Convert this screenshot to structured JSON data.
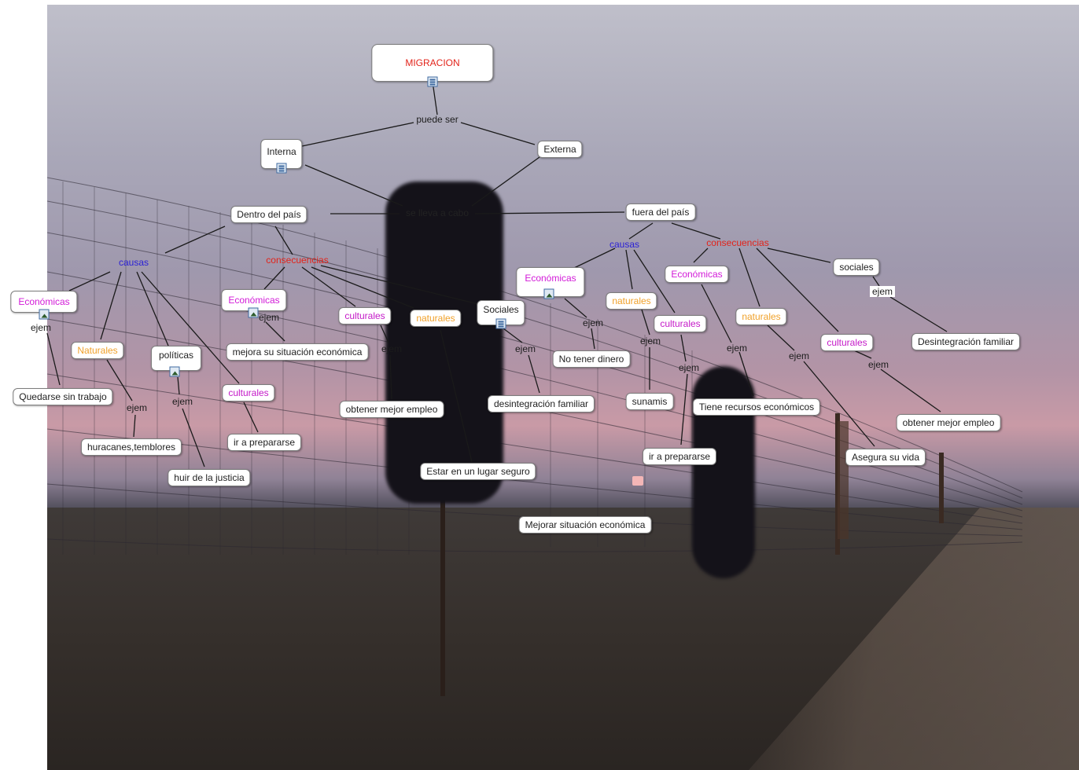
{
  "map": {
    "title": "MIGRACION",
    "puede_ser": "puede ser",
    "interna": "Interna",
    "externa": "Externa",
    "se_lleva_a_cabo": "se lleva a cabo",
    "dentro": "Dentro del país",
    "fuera": "fuera del país",
    "ejem": "ejem",
    "left": {
      "causas": "causas",
      "consecuencias": "consecuencias",
      "economicas": "Económicas",
      "naturales": "Naturales",
      "politicas": "políticas",
      "culturales": "culturales",
      "quedarse": "Quedarse sin trabajo",
      "huracanes": "huracanes,temblores",
      "huir": "huir de la justicia",
      "ir_prepararse": "ir a prepararse",
      "c_economicas": "Económicas",
      "c_culturales": "culturales",
      "c_naturales": "naturales",
      "c_sociales": "Sociales",
      "mejora": "mejora su situación económica",
      "obtener": "obtener mejor empleo",
      "desintegracion": "desintegración familiar",
      "estar": "Estar en un lugar seguro",
      "mejorar": "Mejorar situación económica"
    },
    "right": {
      "causas": "causas",
      "consecuencias": "consecuencias",
      "economicas": "Económicas",
      "naturales": "naturales",
      "culturales": "culturales",
      "sociales": "sociales",
      "c_economicas": "Económicas",
      "c_naturales": "naturales",
      "c_culturales": "culturales",
      "no_tener": "No tener  dinero",
      "sunamis": "sunamis",
      "ir_prepararse": "ir a prepararse",
      "tiene_recursos": "Tiene recursos económicos",
      "asegura": "Asegura su vida",
      "obtener": "obtener mejor empleo",
      "desintegracion": "Desintegración familiar"
    }
  },
  "colors": {
    "causas": "#2a1fd6",
    "consecuencias": "#e2231a",
    "economicas": "#d21ad8",
    "naturales": "#f0a12a"
  }
}
